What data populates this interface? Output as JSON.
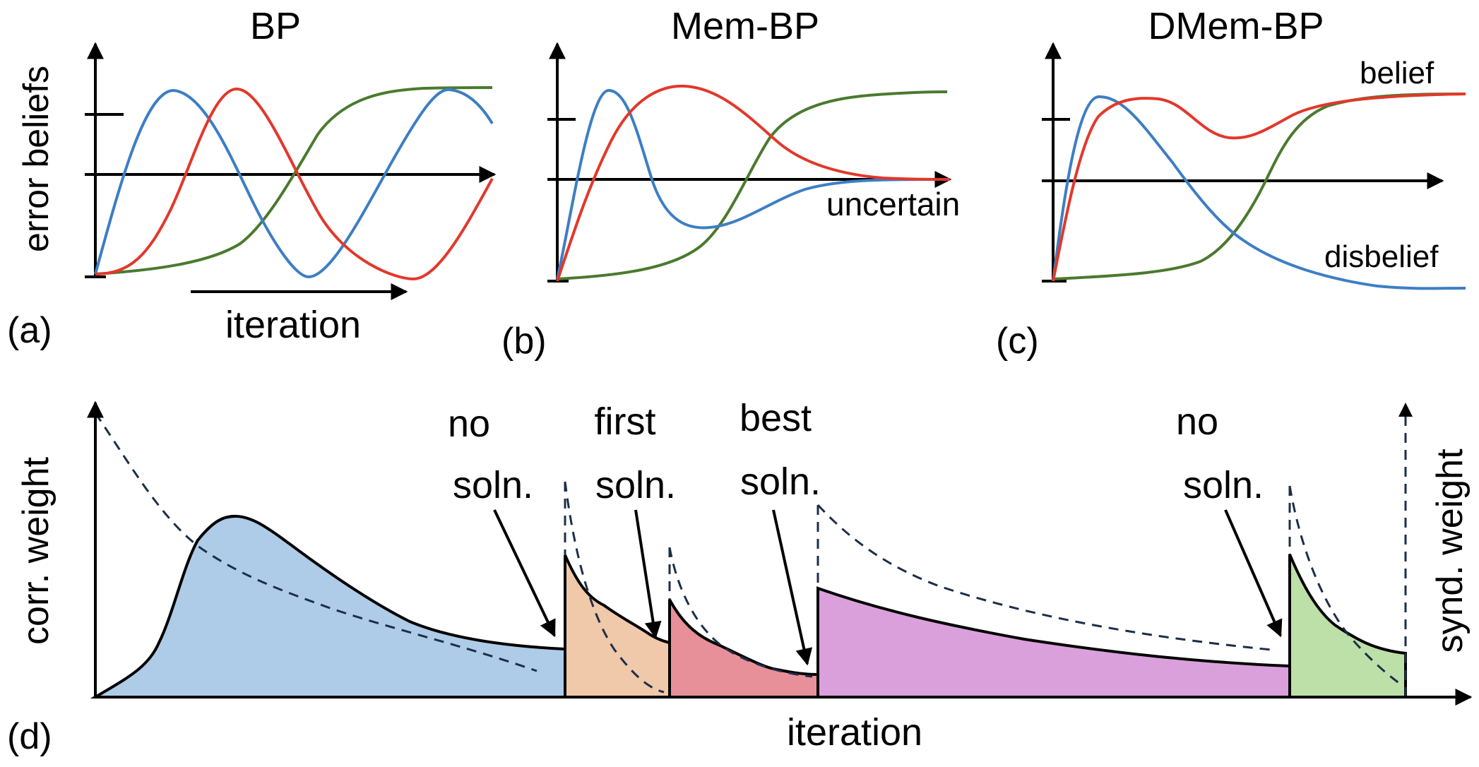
{
  "panels": {
    "a": {
      "tag": "(a)",
      "title": "BP",
      "ylabel": "error beliefs",
      "xlabel": "iteration"
    },
    "b": {
      "tag": "(b)",
      "title": "Mem-BP",
      "note": "uncertain"
    },
    "c": {
      "tag": "(c)",
      "title": "DMem-BP",
      "belief": "belief",
      "disbelief": "disbelief"
    },
    "d": {
      "tag": "(d)",
      "xlabel": "iteration",
      "ylabel_left": "corr. weight",
      "ylabel_right": "synd. weight",
      "annotations": [
        {
          "line1": "no",
          "line2": "soln."
        },
        {
          "line1": "first",
          "line2": "soln."
        },
        {
          "line1": "best",
          "line2": "soln."
        },
        {
          "line1": "no",
          "line2": "soln."
        }
      ]
    }
  },
  "colors": {
    "blue_curve": "#3d7ec4",
    "red_curve": "#e2382b",
    "green_curve": "#4a7a2e",
    "segment_blue": "#aecbe8",
    "segment_peach": "#f0c8aa",
    "segment_red": "#e8909a",
    "segment_purple": "#daa0dc",
    "segment_green": "#bde0a8",
    "dashed": "#1c2e48"
  }
}
